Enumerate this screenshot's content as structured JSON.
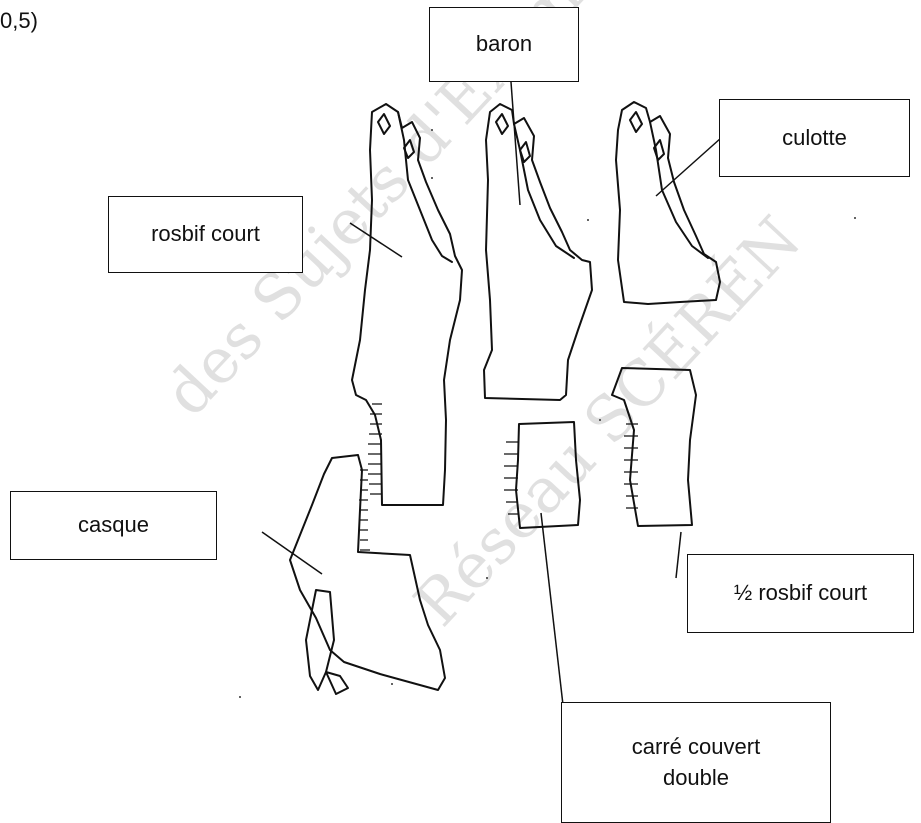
{
  "corner_mark": "0,5)",
  "labels": {
    "baron": "baron",
    "culotte": "culotte",
    "rosbif_court": "rosbif court",
    "casque": "casque",
    "demi_rosbif_court": "½ rosbif court",
    "carre_couvert_double_line1": "carré couvert",
    "carre_couvert_double_line2": "double"
  },
  "watermark": {
    "line1": "Réseau SCÉRÉN",
    "line2": "des Sujets d'Examens de l'enseignement p"
  },
  "colors": {
    "ink": "#111111",
    "watermark": "#c8c8c8"
  }
}
